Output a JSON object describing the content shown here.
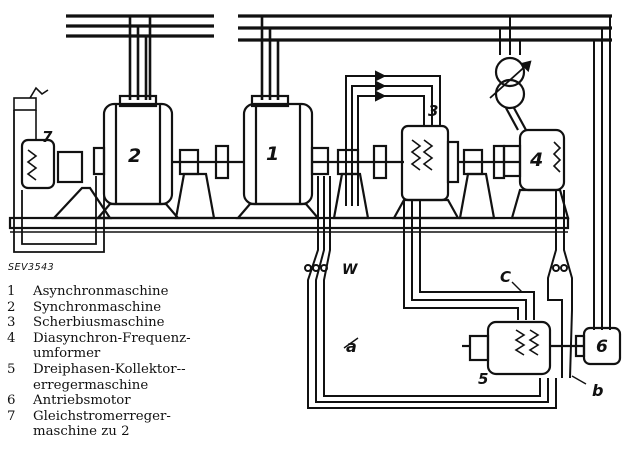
{
  "figure": {
    "code": "SEV3543",
    "machine_labels": {
      "m1": "1",
      "m2": "2",
      "m3": "3",
      "m4": "4",
      "m5": "5",
      "m6": "6",
      "m7": "7"
    },
    "conductor_labels": {
      "a": "a",
      "b": "b",
      "c": "C",
      "w": "W"
    }
  },
  "legend": [
    {
      "num": "1",
      "lines": [
        "Asynchronmaschine"
      ]
    },
    {
      "num": "2",
      "lines": [
        "Synchronmaschine"
      ]
    },
    {
      "num": "3",
      "lines": [
        "Scherbiusmaschine"
      ]
    },
    {
      "num": "4",
      "lines": [
        "Diasynchron-Frequenz-",
        "umformer"
      ]
    },
    {
      "num": "5",
      "lines": [
        "Dreiphasen-Kollektor--",
        "erregermaschine"
      ]
    },
    {
      "num": "6",
      "lines": [
        "Antriebsmotor"
      ]
    },
    {
      "num": "7",
      "lines": [
        "Gleichstromerreger-",
        "maschine zu 2"
      ]
    }
  ]
}
